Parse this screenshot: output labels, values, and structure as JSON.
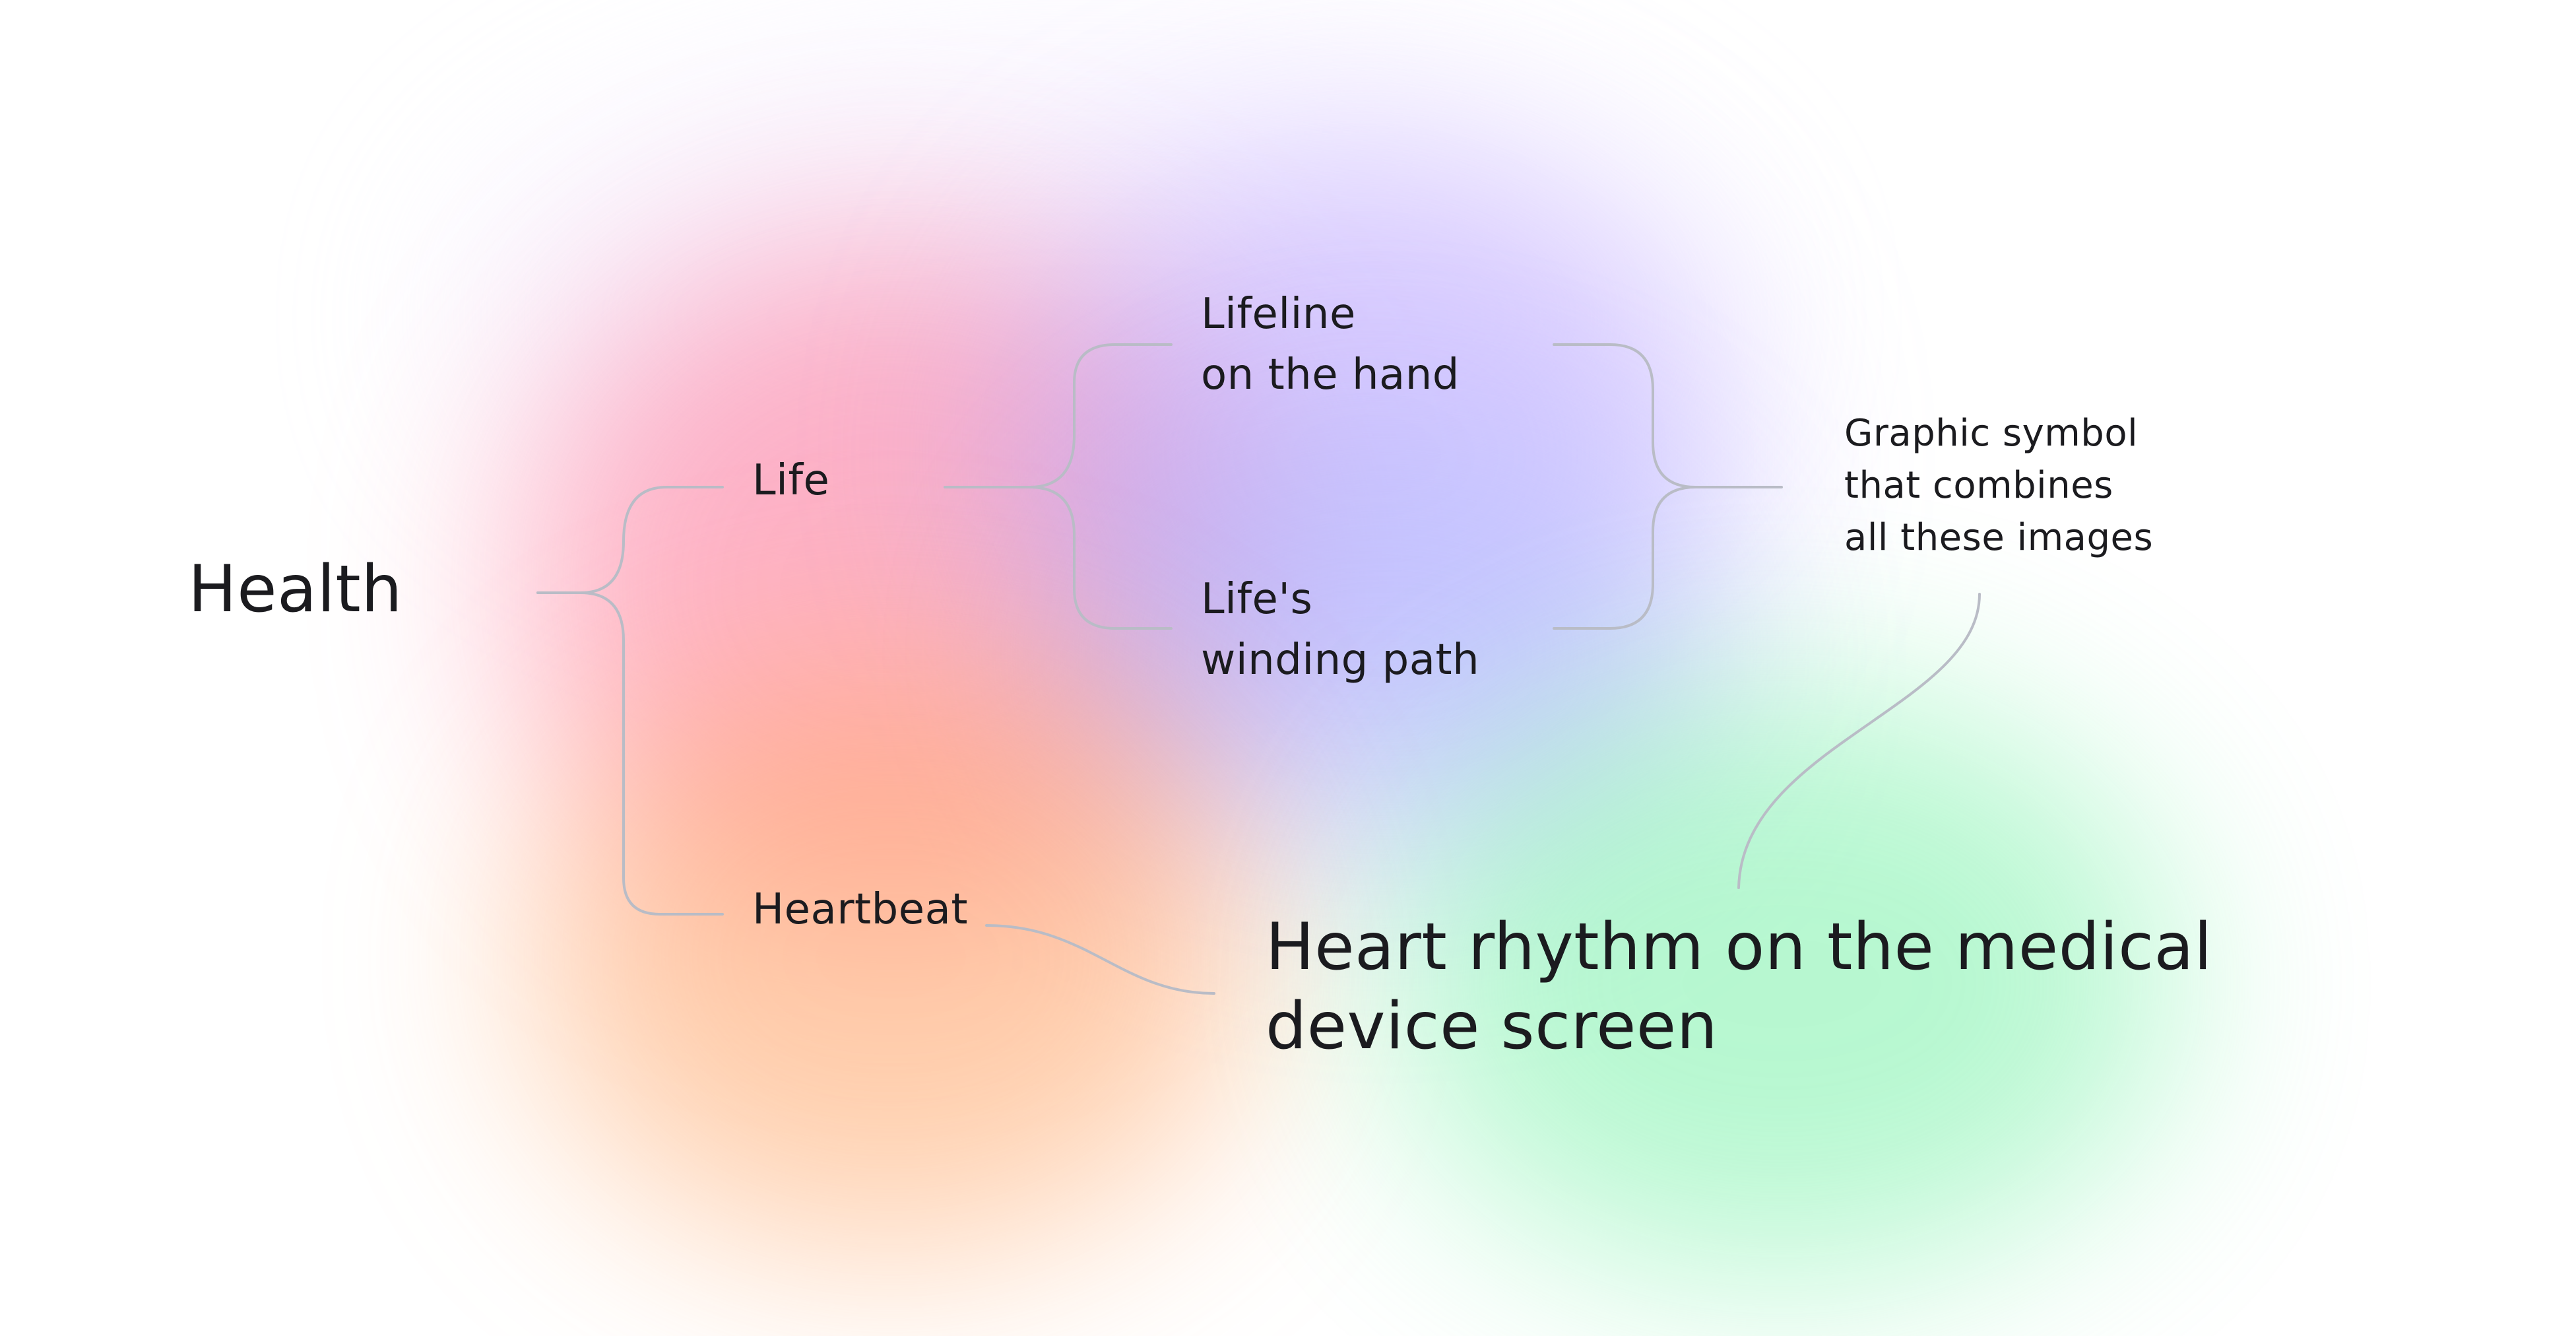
{
  "diagram": {
    "root": {
      "label": "Health"
    },
    "branch_life": {
      "label": "Life",
      "children": [
        {
          "lines": [
            "Lifeline",
            "on the hand"
          ]
        },
        {
          "lines": [
            "Life's",
            "winding path"
          ]
        }
      ]
    },
    "branch_heartbeat": {
      "label": "Heartbeat"
    },
    "graphic_symbol": {
      "lines": [
        "Graphic symbol",
        "that combines",
        "all these images"
      ]
    },
    "heart_rhythm": {
      "lines": [
        "Heart rhythm on the medical",
        "device screen"
      ]
    },
    "colors": {
      "connector": "#b9bcc6",
      "text": "#1b1b1f",
      "blob_pink": "#ff7f9e",
      "blob_purple": "#b5a0ff",
      "blob_blue": "#a9b8ff",
      "blob_orange": "#ffa86b",
      "blob_green": "#6af09f"
    }
  }
}
